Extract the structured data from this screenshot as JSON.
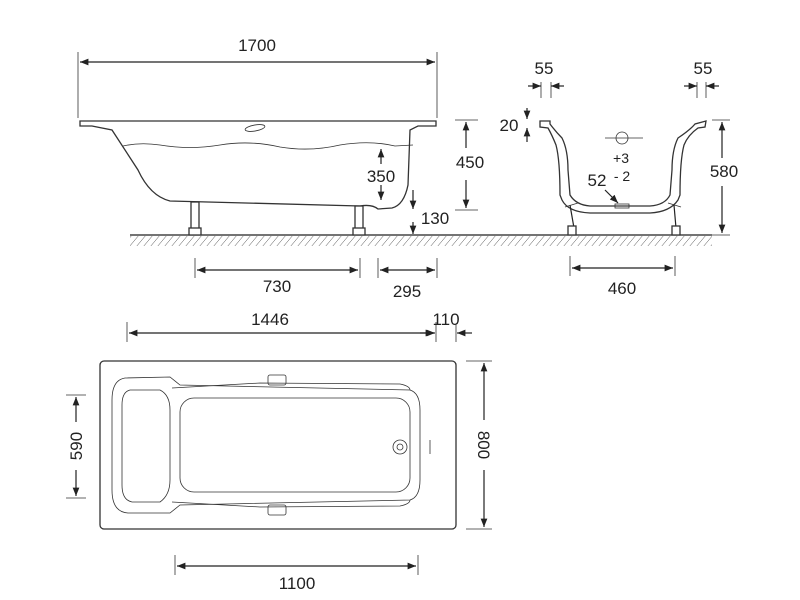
{
  "side_view": {
    "total_length": "1700",
    "total_height": "450",
    "water_depth": "350",
    "clearance": "130",
    "leg_spacing": "730",
    "leg_offset": "295"
  },
  "end_view": {
    "rim_left": "55",
    "rim_right": "55",
    "rim_thickness": "20",
    "height": "580",
    "drain_tolerance_plus": "+3",
    "drain_diameter": "52",
    "drain_tolerance_minus": "- 2",
    "leg_spacing": "460"
  },
  "top_view": {
    "inner_length": "1446",
    "edge_offset": "110",
    "inner_width": "590",
    "outer_width": "800",
    "basin_length": "1100"
  }
}
